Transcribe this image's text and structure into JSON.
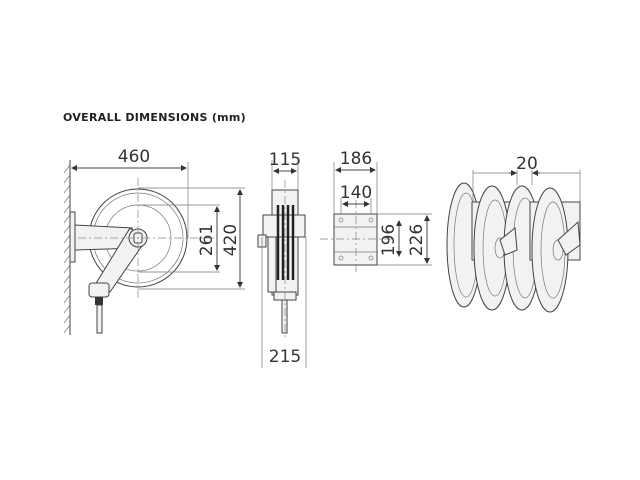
{
  "title": "OVERALL DIMENSIONS (mm)",
  "views": {
    "front": {
      "width": "460",
      "inner_diameter": "261",
      "outer_diameter": "420"
    },
    "side": {
      "depth": "115",
      "total_depth": "215"
    },
    "bracket": {
      "width": "186",
      "hole_spacing_h": "140",
      "hole_spacing_v": "196",
      "height": "226"
    },
    "multi": {
      "spacing": "20"
    }
  }
}
